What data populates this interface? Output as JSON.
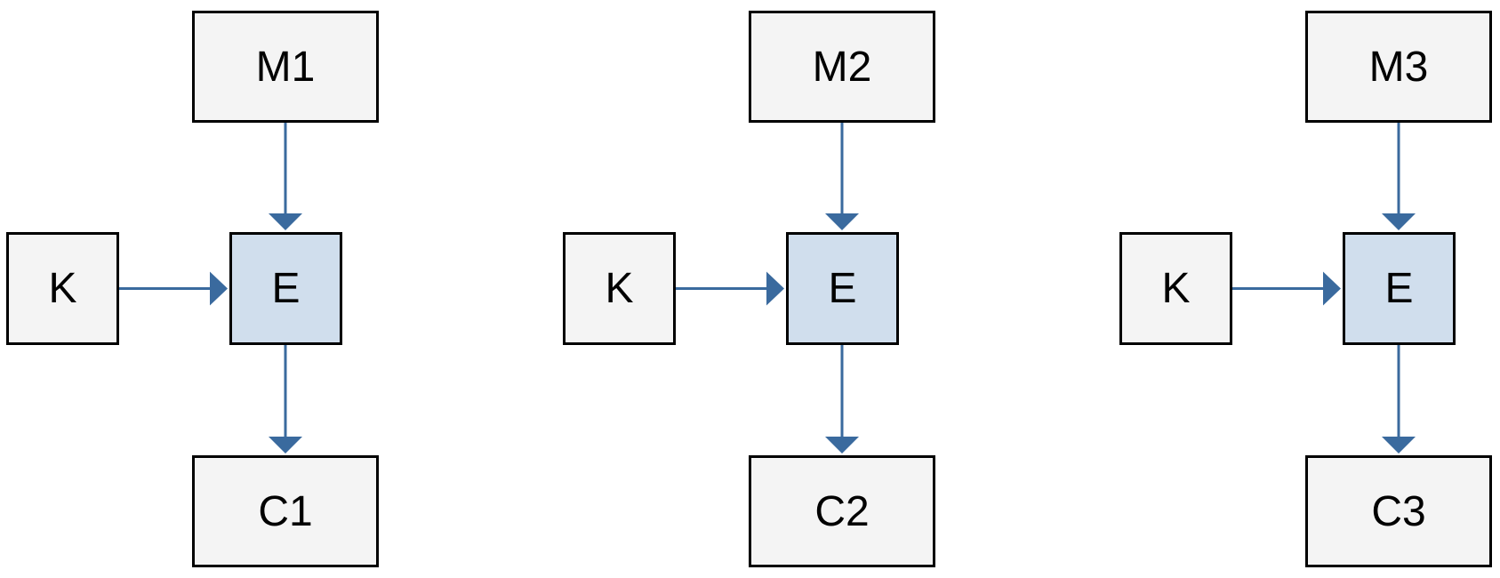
{
  "colors": {
    "node_fill": "#f4f4f4",
    "encoder_fill": "#d0deed",
    "border": "#000000",
    "arrow": "#3a6a9e"
  },
  "diagram": {
    "groups": [
      {
        "message": "M1",
        "key": "K",
        "encoder": "E",
        "output": "C1"
      },
      {
        "message": "M2",
        "key": "K",
        "encoder": "E",
        "output": "C2"
      },
      {
        "message": "M3",
        "key": "K",
        "encoder": "E",
        "output": "C3"
      }
    ]
  }
}
